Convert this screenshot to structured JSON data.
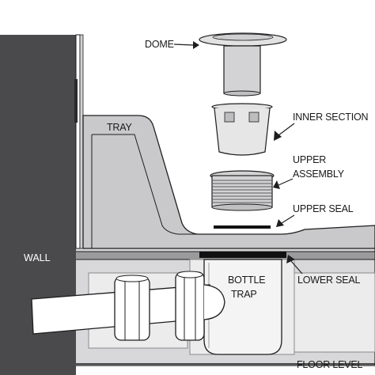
{
  "labels": {
    "dome": "DOME",
    "inner_section": "INNER SECTION",
    "upper_assembly_line1": "UPPER",
    "upper_assembly_line2": "ASSEMBLY",
    "upper_seal": "UPPER SEAL",
    "tray": "TRAY",
    "wall": "WALL",
    "bottle_trap_line1": "BOTTLE",
    "bottle_trap_line2": "TRAP",
    "lower_seal": "LOWER SEAL",
    "floor_level": "FLOOR LEVEL"
  },
  "colors": {
    "wall": "#4a4a4c",
    "tray": "#c9c9cb",
    "floor": "#d7d7d9",
    "part": "#e2e2e3",
    "outline": "#1e1e1e",
    "seal": "#111111"
  }
}
